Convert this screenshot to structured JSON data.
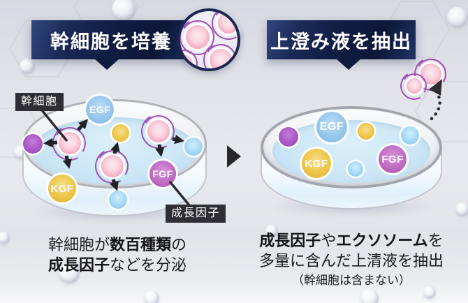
{
  "banners": {
    "left": "幹細胞を培養",
    "right": "上澄み液を抽出"
  },
  "dish_left": {
    "stem_cell_tag": "幹細胞",
    "growth_factor_tag": "成長因子",
    "factors": {
      "egf": "EGF",
      "kgf": "KGF",
      "fgf": "FGF"
    }
  },
  "dish_right": {
    "factors": {
      "egf": "EGF",
      "kgf": "KGF",
      "fgf": "FGF"
    }
  },
  "captions": {
    "left": {
      "l1a": "幹細胞が",
      "l1b": "数百種類",
      "l1c": "の",
      "l2a": "成長因子",
      "l2b": "などを分泌"
    },
    "right": {
      "l1a": "成長因子",
      "l1b": "や",
      "l1c": "エクソソーム",
      "l1d": "を",
      "l2": "多量に含んだ上清液を抽出",
      "l3": "（幹細胞は含まない）"
    }
  },
  "colors": {
    "banner_navy": "#101d43",
    "liquid_blue": "#cde7f6",
    "egf_blue": "#8fc1ea",
    "kgf_gold": "#e9bd3f",
    "fgf_purple": "#b558b9",
    "stem_cell_pink": "#f6aec3",
    "arc_purple": "#a24fb5",
    "tag_dark": "#2e2e34",
    "arrow_black": "#222226"
  }
}
